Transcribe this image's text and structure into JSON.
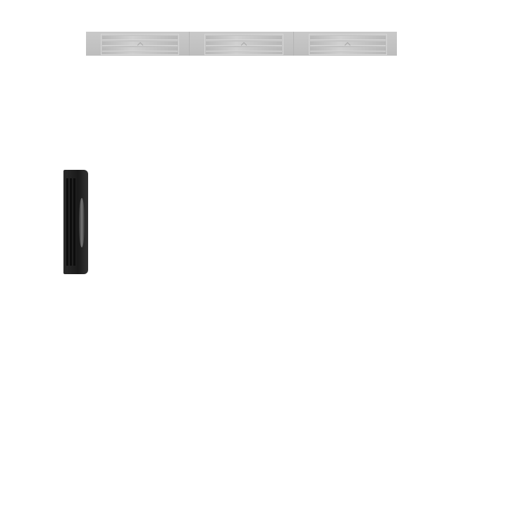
{
  "colors": {
    "strip": "#c4c4c4",
    "fan": "#1a1a1a"
  },
  "products": [
    {
      "name": "fan-strip-light",
      "segments": 3
    },
    {
      "name": "fan-side-dark"
    }
  ]
}
